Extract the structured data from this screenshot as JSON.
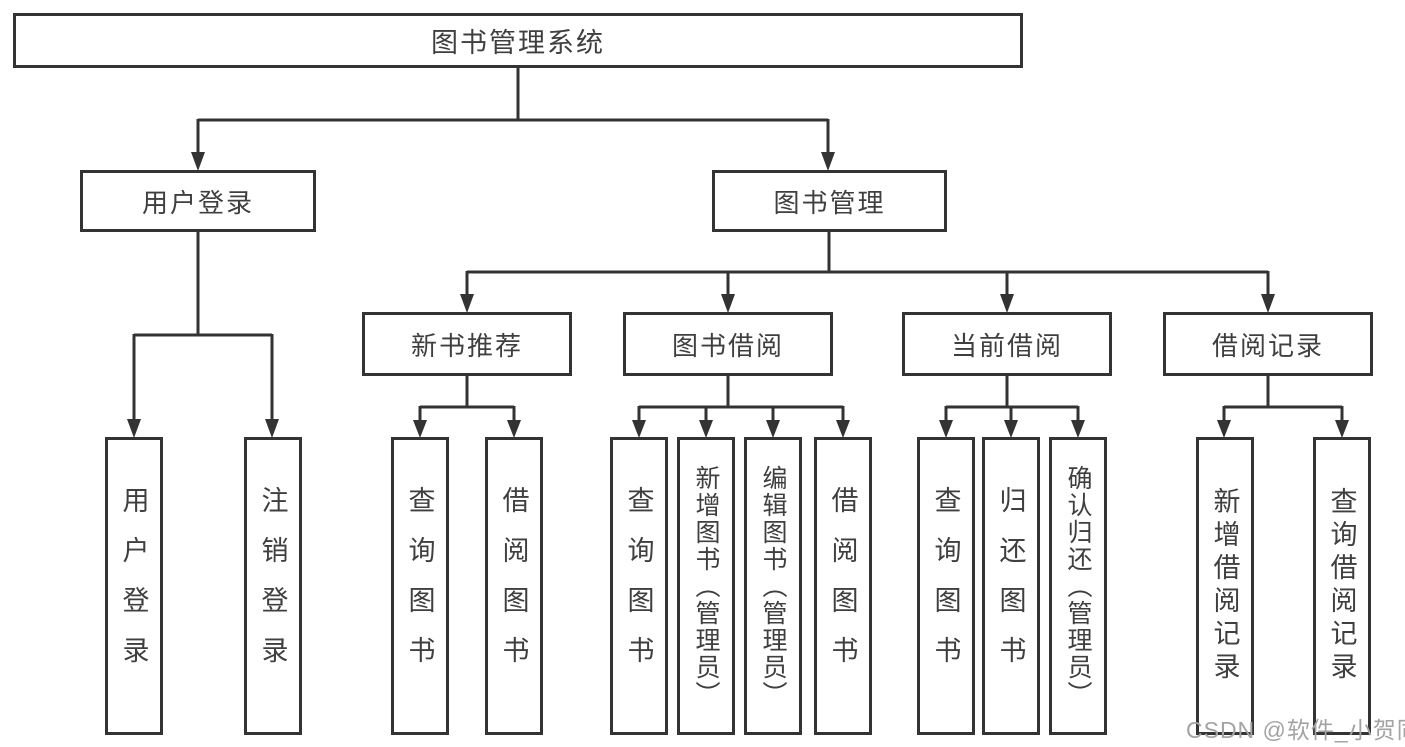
{
  "colors": {
    "line": "#333333",
    "box_border": "#333333",
    "text": "#3f3f3f",
    "watermark": "#a3a3a3",
    "background": "#ffffff"
  },
  "watermark": {
    "text": "CSDN @软件_小贺同学"
  },
  "tree": {
    "label": "图书管理系统",
    "children": [
      {
        "label": "用户登录",
        "children": [
          {
            "label": "用户登录"
          },
          {
            "label": "注销登录"
          }
        ]
      },
      {
        "label": "图书管理",
        "children": [
          {
            "label": "新书推荐",
            "children": [
              {
                "label": "查询图书"
              },
              {
                "label": "借阅图书"
              }
            ]
          },
          {
            "label": "图书借阅",
            "children": [
              {
                "label": "查询图书"
              },
              {
                "label": "新增图书（管理员）"
              },
              {
                "label": "编辑图书（管理员）"
              },
              {
                "label": "借阅图书"
              }
            ]
          },
          {
            "label": "当前借阅",
            "children": [
              {
                "label": "查询图书"
              },
              {
                "label": "归还图书"
              },
              {
                "label": "确认归还（管理员）"
              }
            ]
          },
          {
            "label": "借阅记录",
            "children": [
              {
                "label": "新增借阅记录"
              },
              {
                "label": "查询借阅记录"
              }
            ]
          }
        ]
      }
    ]
  }
}
